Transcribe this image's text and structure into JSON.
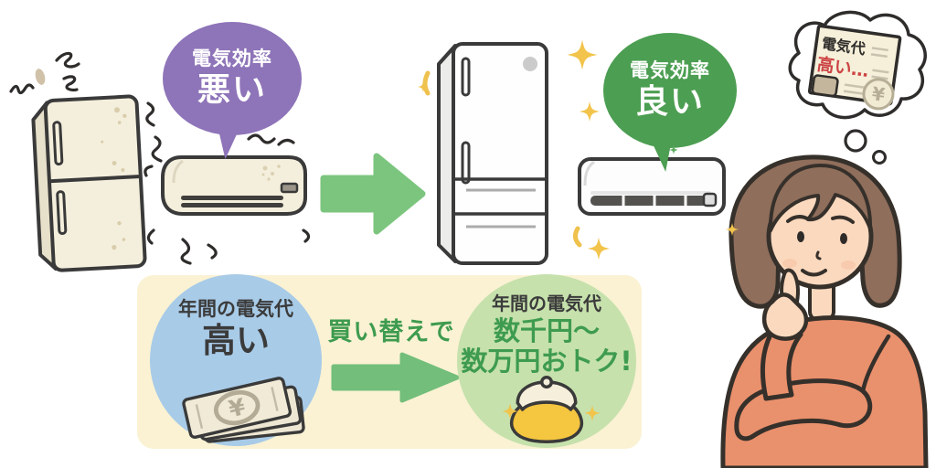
{
  "illustration": {
    "bad_bubble": {
      "line1": "電気効率",
      "line2": "悪い"
    },
    "good_bubble": {
      "line1": "電気効率",
      "line2": "良い"
    },
    "thought_bill": {
      "title": "電気代",
      "status": "高い…",
      "yen": "¥"
    },
    "savings_panel": {
      "before": {
        "line1": "年間の電気代",
        "line2": "高い"
      },
      "transition": {
        "label": "買い替えで"
      },
      "after": {
        "line1": "年間の電気代",
        "line2": "数千円〜",
        "line3": "数万円おトク!"
      }
    },
    "money_bills": {
      "yen": "¥"
    }
  },
  "colors": {
    "bad_bubble": "#8E74B8",
    "good_bubble": "#4C9E52",
    "arrow_green": "#7CC57E",
    "panel_bg": "#FAF2D3",
    "before_circle": "#A8CBE8",
    "after_circle": "#C6E1AC",
    "accent_green_text": "#3E9B4F",
    "bill_alert_red": "#CC4444",
    "sparkle_yellow": "#F2C44B",
    "purse_yellow": "#F5C63F",
    "old_appliance_cream": "#F4EFDC",
    "new_appliance_white": "#FDFDFD",
    "hair_brown": "#8F6E5B",
    "skin": "#FBD9BE",
    "shirt_coral": "#E9906C",
    "outline": "#3A3A3A"
  }
}
